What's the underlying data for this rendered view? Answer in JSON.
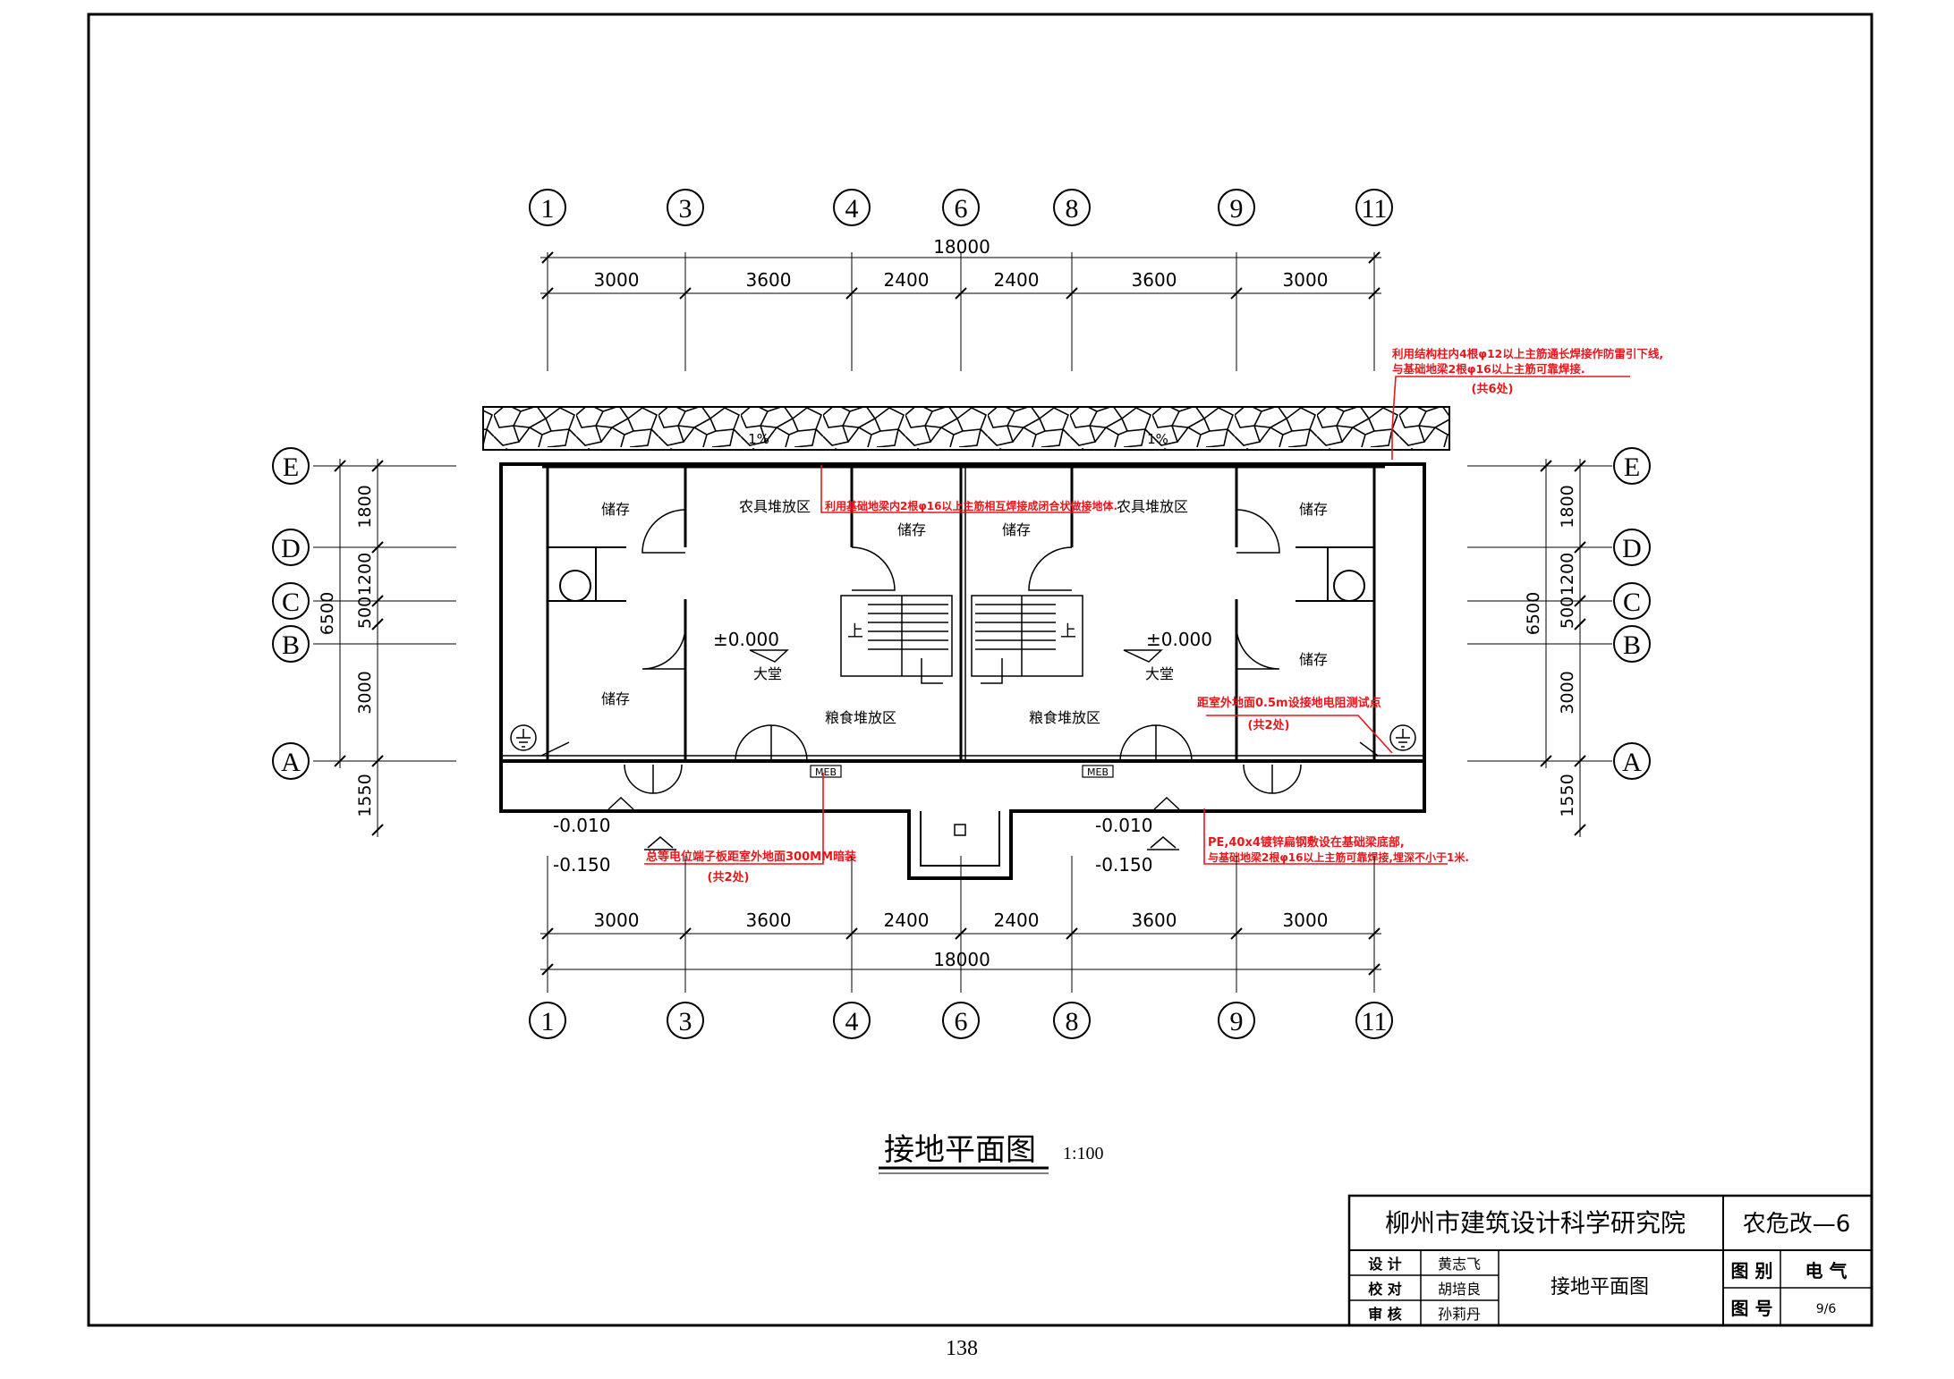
{
  "axes_top": [
    "1",
    "3",
    "4",
    "6",
    "8",
    "9",
    "11"
  ],
  "axes_bottom": [
    "1",
    "3",
    "4",
    "6",
    "8",
    "9",
    "11"
  ],
  "axes_rows": [
    "E",
    "D",
    "C",
    "B",
    "A"
  ],
  "dims_top_total": "18000",
  "dims_top": [
    "3000",
    "3600",
    "2400",
    "2400",
    "3600",
    "3000"
  ],
  "dims_bottom": [
    "3000",
    "3600",
    "2400",
    "2400",
    "3600",
    "3000"
  ],
  "dims_bottom_total": "18000",
  "dims_left": [
    "1800",
    "1200",
    "500",
    "3000",
    "1550"
  ],
  "dims_left_total": "6500",
  "dims_right": [
    "1800",
    "1200",
    "500",
    "3000",
    "1550"
  ],
  "dims_right_total": "6500",
  "rooms": {
    "storage_tl": "储存",
    "tool_left": "农具堆放区",
    "storage_ml": "储存",
    "storage_mr": "储存",
    "tool_right": "农具堆放区",
    "storage_tr": "储存",
    "storage_bl": "储存",
    "hall_left": "大堂",
    "grain_left": "粮食堆放区",
    "grain_right": "粮食堆放区",
    "hall_right": "大堂",
    "storage_br": "储存"
  },
  "levels": {
    "floor_left": "±0.000",
    "floor_right": "±0.000",
    "out_left_1": "-0.010",
    "out_left_2": "-0.150",
    "out_right_1": "-0.010",
    "out_right_2": "-0.150"
  },
  "slopes": {
    "left": "1%",
    "right": "1%"
  },
  "stairs": {
    "left": "上",
    "right": "上"
  },
  "meb": {
    "left": "MEB",
    "right": "MEB"
  },
  "notes": {
    "top_right_line1": "利用结构柱内4根φ12以上主筋通长焊接作防雷引下线,",
    "top_right_line2": "与基础地梁2根φ16以上主筋可靠焊接.",
    "top_right_line3": "(共6处)",
    "center_top": "利用基础地梁内2根φ16以上主筋相互焊接成闭合状做接地体.",
    "right_test_line1": "距室外地面0.5m设接地电阻测试点",
    "right_test_line2": "(共2处)",
    "bottom_left_line1": "总等电位端子板距室外地面300MM暗装",
    "bottom_left_line2": "(共2处)",
    "bottom_right_line1": "PE,40x4镀锌扁钢敷设在基础梁底部,",
    "bottom_right_line2": "与基础地梁2根φ16以上主筋可靠焊接,埋深不小于1米."
  },
  "title": {
    "main": "接地平面图",
    "scale": "1:100"
  },
  "title_block": {
    "institute": "柳州市建筑设计科学研究院",
    "project": "农危改—6",
    "design_label": "设 计",
    "design_name": "黄志飞",
    "check_label": "校 对",
    "check_name": "胡培良",
    "review_label": "审 核",
    "review_name": "孙莉丹",
    "drawing_name": "接地平面图",
    "category_label": "图 别",
    "category_value": "电 气",
    "number_label": "图 号",
    "number_value": "9/6"
  },
  "page_number": "138",
  "colors": {
    "annotation": "#e8161b",
    "line": "#000000"
  }
}
